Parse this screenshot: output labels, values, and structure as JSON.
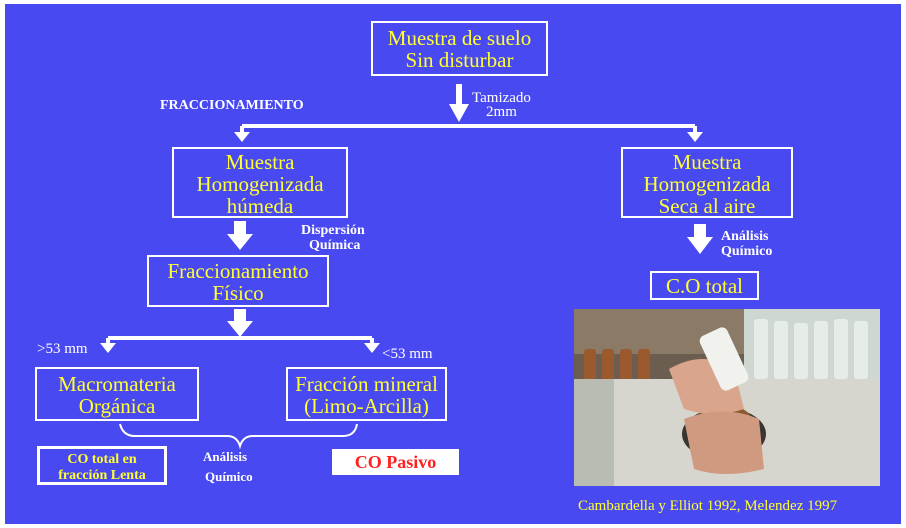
{
  "boxes": {
    "muestra_suelo": [
      "Muestra de suelo",
      "Sin disturbar"
    ],
    "muestra_humeda": [
      "Muestra",
      "Homogenizada",
      "húmeda"
    ],
    "muestra_seca": [
      "Muestra",
      "Homogenizada",
      "Seca al aire"
    ],
    "fraccionamiento_fisico": [
      "Fraccionamiento",
      "Físico"
    ],
    "co_total": "C.O total",
    "macromateria": [
      "Macromateria",
      "Orgánica"
    ],
    "fraccion_mineral": [
      "Fracción mineral",
      "(Limo-Arcilla)"
    ],
    "co_total_lenta": [
      "CO total en",
      "fracción Lenta"
    ],
    "co_pasivo": "CO Pasivo"
  },
  "labels": {
    "fraccionamiento": "FRACCIONAMIENTO",
    "tamizado": [
      "Tamizado",
      "2mm"
    ],
    "dispersion": [
      "Dispersión",
      "Química"
    ],
    "analisis_right": [
      "Análisis",
      "Químico"
    ],
    "mayor_53": ">53 mm",
    "menor_53": "<53 mm",
    "analisis_bottom": [
      "Análisis",
      "Químico"
    ]
  },
  "caption": "Cambardella y Elliot 1992, Melendez 1997",
  "colors": {
    "background": "#4949f2",
    "box_text": "#ffff33",
    "label_text": "#ffffff",
    "co_pasivo_text": "#ff2020"
  }
}
